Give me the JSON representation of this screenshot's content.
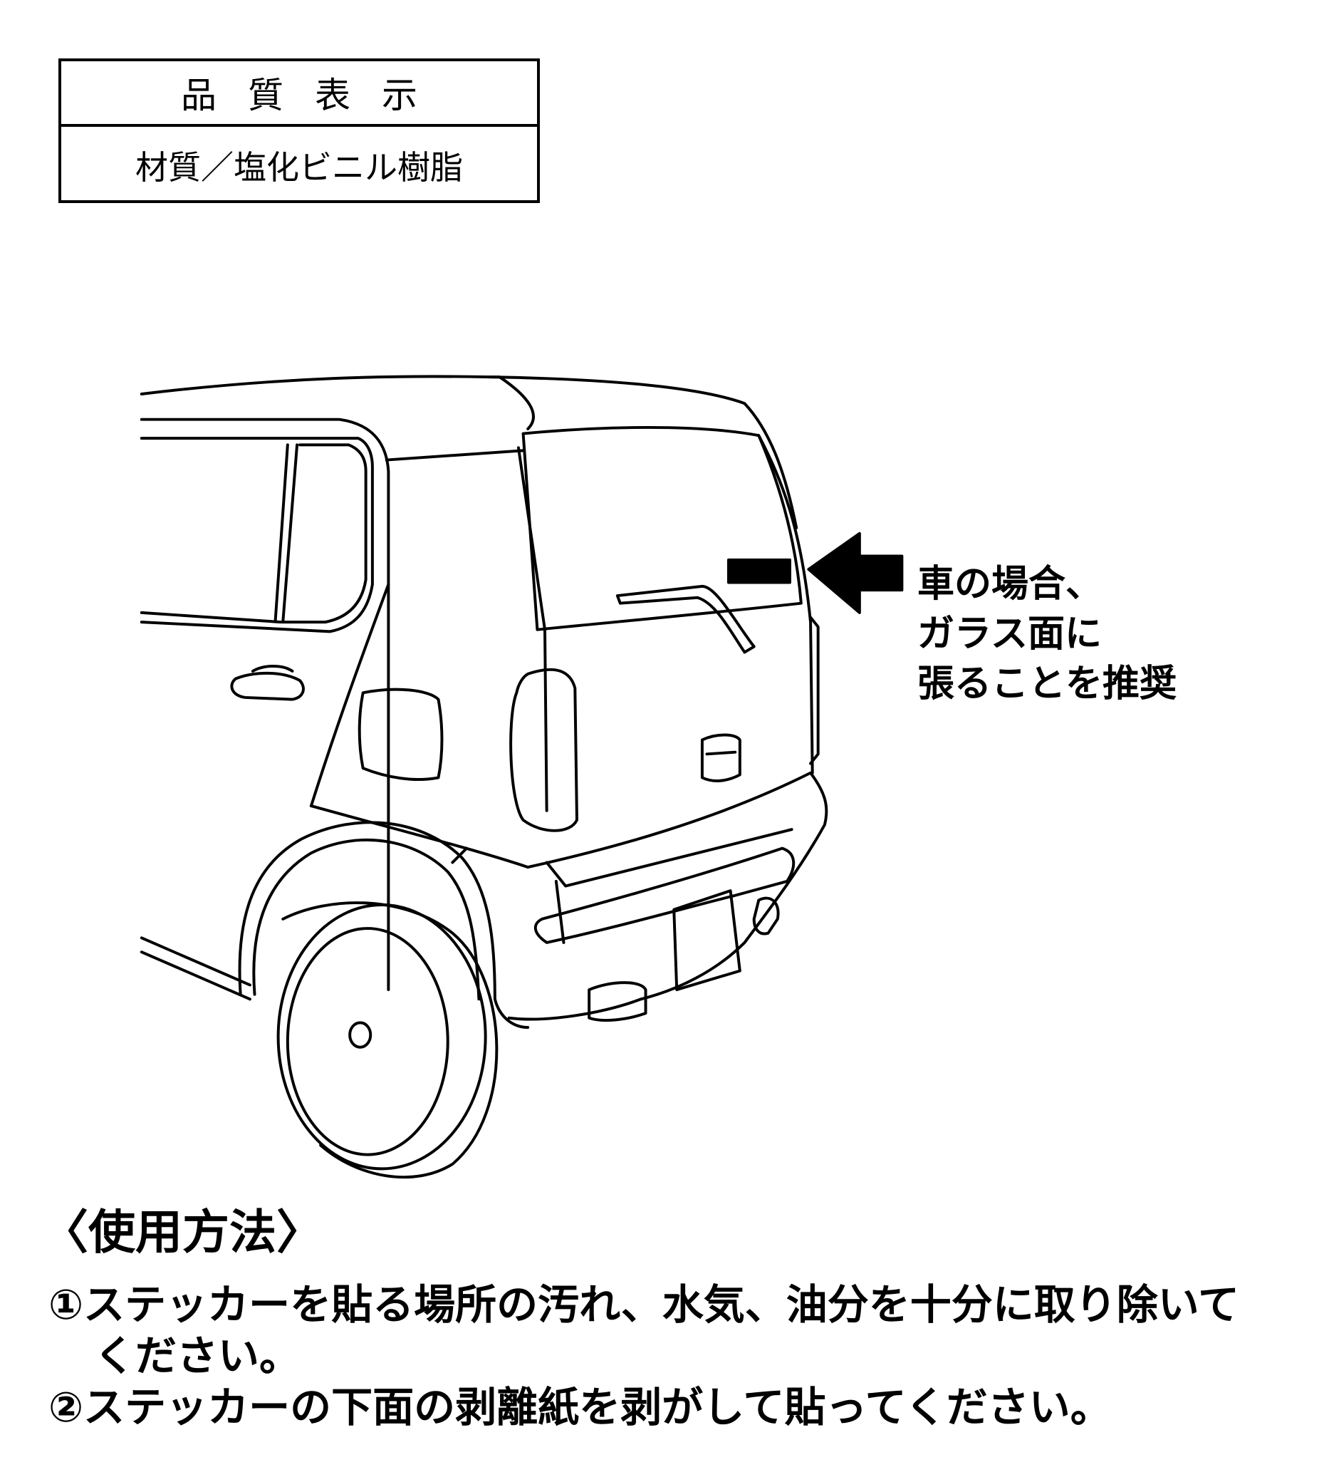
{
  "quality_label": {
    "title": "品質表示",
    "material": "材質／塩化ビニル樹脂"
  },
  "placement_note": {
    "lines": [
      "車の場合、",
      "ガラス面に",
      "張ることを推奨"
    ]
  },
  "usage": {
    "heading": "〈使用方法〉",
    "steps": [
      {
        "line1": "①ステッカーを貼る場所の汚れ、水気、油分を十分に取り除いて",
        "line2": "ください。"
      },
      {
        "line1": "②ステッカーの下面の剥離紙を剥がして貼ってください。"
      }
    ]
  }
}
